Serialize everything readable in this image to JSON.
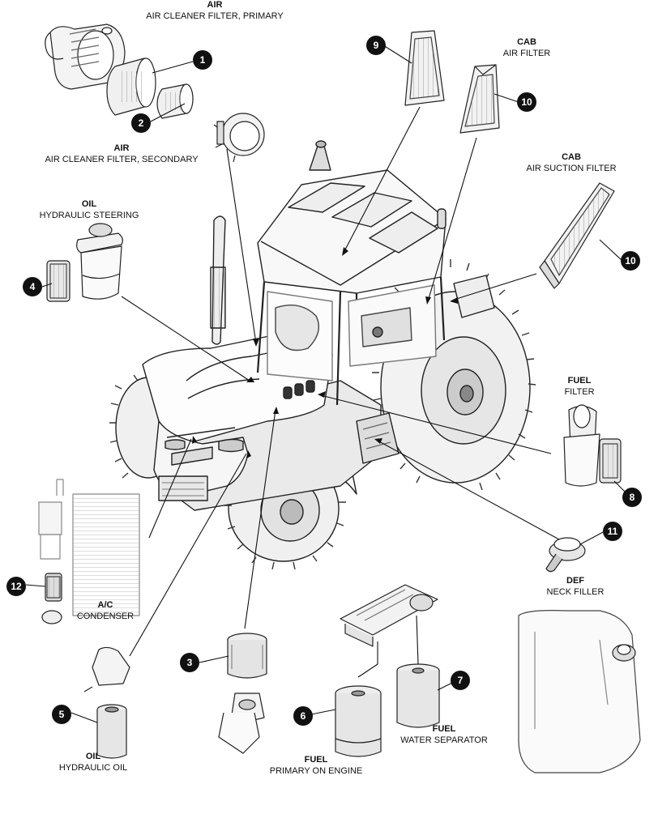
{
  "labels": {
    "air_primary": {
      "category": "AIR",
      "description": "AIR CLEANER FILTER, PRIMARY"
    },
    "air_secondary": {
      "category": "AIR",
      "description": "AIR CLEANER FILTER, SECONDARY"
    },
    "cab_air": {
      "category": "CAB",
      "description": "AIR FILTER"
    },
    "cab_suction": {
      "category": "CAB",
      "description": "AIR SUCTION FILTER"
    },
    "oil_steering": {
      "category": "OIL",
      "description": "HYDRAULIC STEERING"
    },
    "fuel_filter": {
      "category": "FUEL",
      "description": "FILTER"
    },
    "def_neck": {
      "category": "DEF",
      "description": "NECK FILLER"
    },
    "ac_condenser": {
      "category": "A/C",
      "description": "CONDENSER"
    },
    "oil_hydraulic": {
      "category": "OIL",
      "description": "HYDRAULIC OIL"
    },
    "fuel_primary": {
      "category": "FUEL",
      "description": "PRIMARY ON ENGINE"
    },
    "fuel_water": {
      "category": "FUEL",
      "description": "WATER SEPARATOR"
    }
  },
  "callouts": {
    "c1": "1",
    "c2": "2",
    "c3": "3",
    "c4": "4",
    "c5": "5",
    "c6": "6",
    "c7": "7",
    "c8": "8",
    "c9": "9",
    "c10a": "10",
    "c10b": "10",
    "c11": "11",
    "c12": "12"
  }
}
